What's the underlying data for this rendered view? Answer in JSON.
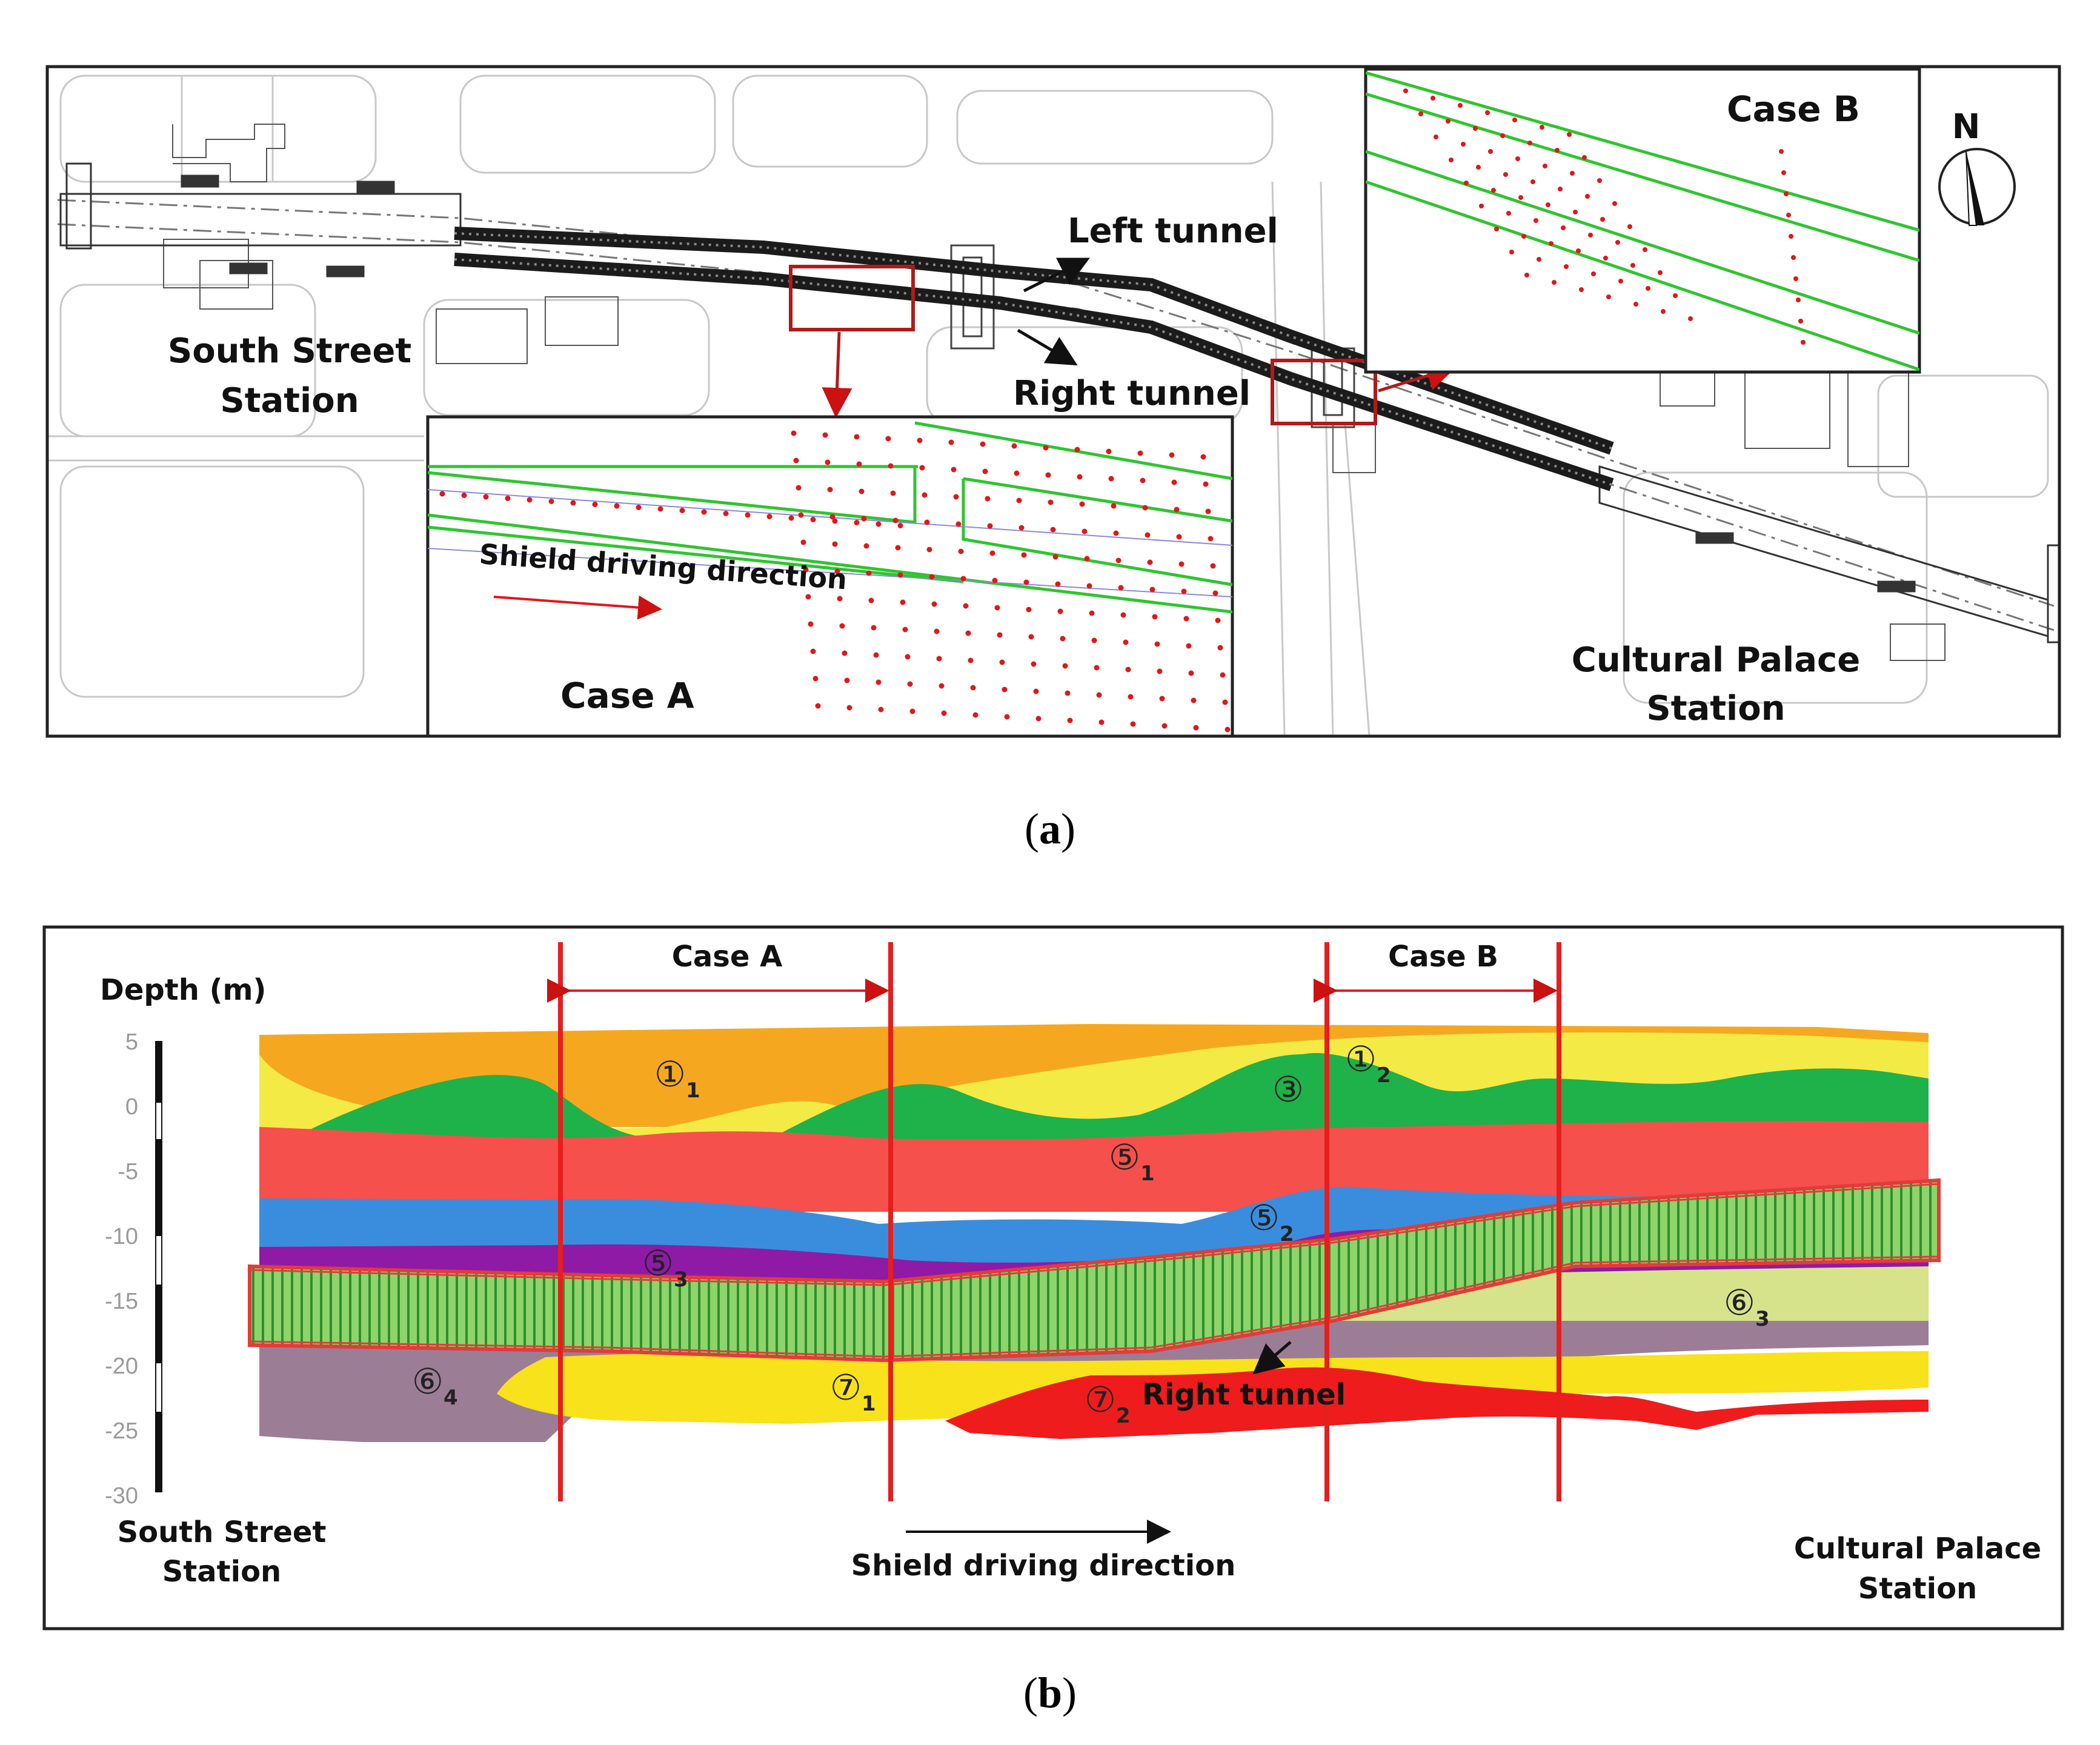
{
  "panel_a": {
    "caption_open": "(",
    "caption_letter": "a",
    "caption_close": ")",
    "south_station_l1": "South Street",
    "south_station_l2": "Station",
    "cultural_station_l1": "Cultural Palace",
    "cultural_station_l2": "Station",
    "left_tunnel": "Left tunnel",
    "right_tunnel": "Right tunnel",
    "north": "N",
    "case_a": "Case A",
    "case_b": "Case B",
    "shield_dir": "Shield driving direction"
  },
  "panel_b": {
    "caption_open": "(",
    "caption_letter": "b",
    "caption_close": ")",
    "depth_label": "Depth (m)",
    "case_a": "Case A",
    "case_b": "Case B",
    "right_tunnel": "Right tunnel",
    "shield_dir": "Shield driving direction",
    "south_station_l1": "South Street",
    "south_station_l2": "Station",
    "cultural_station_l1": "Cultural Palace",
    "cultural_station_l2": "Station",
    "depth_ticks": [
      5,
      0,
      -5,
      -10,
      -15,
      -20,
      -25,
      -30
    ],
    "layers": [
      {
        "symbol": "①",
        "sub": "1",
        "color": "#f5a81f"
      },
      {
        "symbol": "①",
        "sub": "2",
        "color": "#f3ea46"
      },
      {
        "symbol": "③",
        "sub": "",
        "color": "#1fb14a"
      },
      {
        "symbol": "⑤",
        "sub": "1",
        "color": "#f5504c"
      },
      {
        "symbol": "⑤",
        "sub": "2",
        "color": "#3a8ddd"
      },
      {
        "symbol": "⑤",
        "sub": "3",
        "color": "#8e1aa6"
      },
      {
        "symbol": "⑥",
        "sub": "3",
        "color": "#d6e38a"
      },
      {
        "symbol": "⑥",
        "sub": "4",
        "color": "#9c7d96"
      },
      {
        "symbol": "⑦",
        "sub": "1",
        "color": "#f7e21b"
      },
      {
        "symbol": "⑦",
        "sub": "2",
        "color": "#ee1c1c"
      }
    ]
  }
}
